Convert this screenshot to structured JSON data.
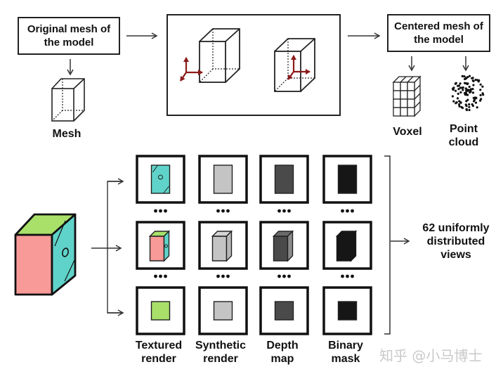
{
  "top_row": {
    "original_box": "Original mesh of the model",
    "mesh_label": "Mesh",
    "centered_box": "Centered mesh of the model",
    "voxel_label": "Voxel",
    "point_cloud_label": "Point cloud"
  },
  "bottom_row": {
    "columns": [
      "Textured render",
      "Synthetic render",
      "Depth map",
      "Binary mask"
    ],
    "ellipsis": "•••",
    "summary_label": "62 uniformly distributed views"
  },
  "colors": {
    "axis_red": "#8b1a1a",
    "front_face": "#f79a98",
    "side_face": "#5fd3c9",
    "top_face": "#a8e06a",
    "synthetic_gray": "#c4c4c4",
    "depth_gray": "#4a4a4a",
    "mask_black": "#161616"
  },
  "watermark": "知乎 @小马博士"
}
